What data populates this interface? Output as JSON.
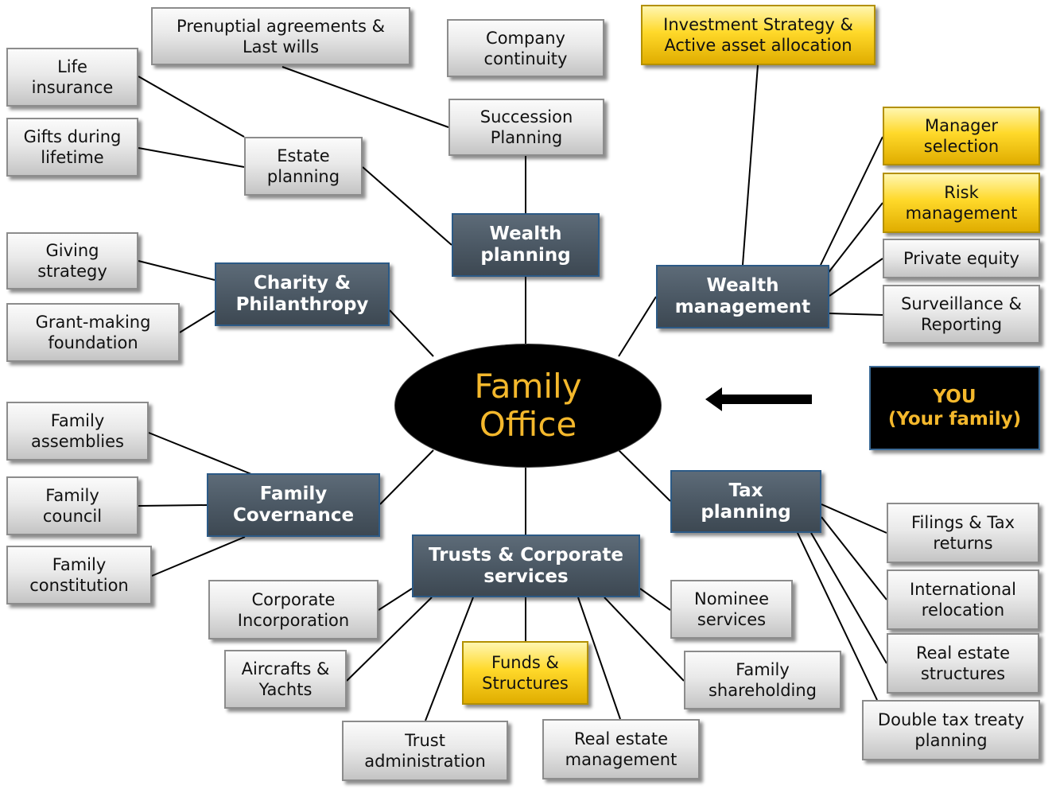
{
  "center": "Family\nOffice",
  "you_box": "YOU\n(Your family)",
  "hubs": {
    "wealth_planning": "Wealth\nplanning",
    "wealth_management": "Wealth\nmanagement",
    "charity": "Charity &\nPhilanthropy",
    "family_governance": "Family\nCovernance",
    "trusts": "Trusts & Corporate\nservices",
    "tax": "Tax\nplanning"
  },
  "leaves": {
    "prenuptial": "Prenuptial agreements &\nLast wills",
    "company_continuity": "Company\ncontinuity",
    "succession": "Succession\nPlanning",
    "life_insurance": "Life\ninsurance",
    "gifts": "Gifts during\nlifetime",
    "estate": "Estate\nplanning",
    "investment_strategy": "Investment Strategy &\nActive asset allocation",
    "manager_selection": "Manager\nselection",
    "risk_management": "Risk\nmanagement",
    "private_equity": "Private equity",
    "surveillance": "Surveillance &\nReporting",
    "giving_strategy": "Giving\nstrategy",
    "grant_making": "Grant-making\nfoundation",
    "family_assemblies": "Family\nassemblies",
    "family_council": "Family\ncouncil",
    "family_constitution": "Family\nconstitution",
    "corporate_incorporation": "Corporate\nIncorporation",
    "aircrafts": "Aircrafts &\nYachts",
    "trust_admin": "Trust\nadministration",
    "funds": "Funds &\nStructures",
    "real_estate_mgmt": "Real estate\nmanagement",
    "nominee": "Nominee\nservices",
    "family_shareholding": "Family\nshareholding",
    "filings": "Filings & Tax\nreturns",
    "relocation": "International\nrelocation",
    "real_estate_structures": "Real estate\nstructures",
    "double_tax": "Double tax treaty\nplanning"
  },
  "colors": {
    "hub": "#4a5763",
    "hub_border": "#2c5a86",
    "highlight_yellow": "#ffd92a",
    "center_text": "#f4b82c",
    "leaf": "#e6e6e6"
  }
}
